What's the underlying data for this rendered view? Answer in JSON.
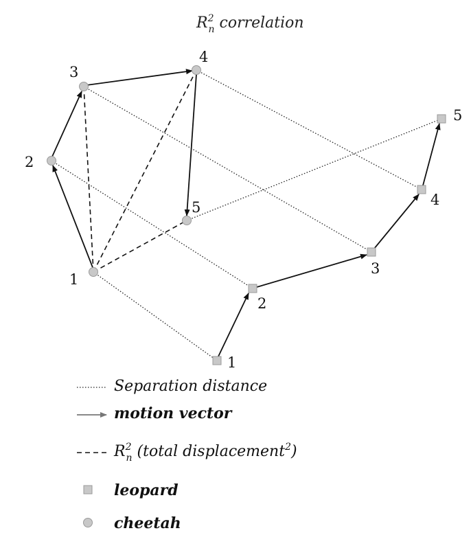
{
  "title": {
    "main": "R",
    "sup": "2",
    "sub": "n",
    "rest": " correlation"
  },
  "cheetah_points": [
    {
      "label": "1"
    },
    {
      "label": "2"
    },
    {
      "label": "3"
    },
    {
      "label": "4"
    },
    {
      "label": "5"
    }
  ],
  "leopard_points": [
    {
      "label": "1"
    },
    {
      "label": "2"
    },
    {
      "label": "3"
    },
    {
      "label": "4"
    },
    {
      "label": "5"
    }
  ],
  "legend": {
    "separation": "Separation distance",
    "motion": "motion vector",
    "rn_main": "R",
    "rn_sup": "2",
    "rn_sub": "n",
    "rn_text": " (total displacement",
    "rn_sup2": "2",
    "rn_close": ")",
    "leopard": "leopard",
    "cheetah": "cheetah"
  },
  "colors": {
    "marker_fill": "#c8c8c8",
    "marker_stroke": "#9a9a9a",
    "line": "#111111",
    "legend_arrow": "#777777"
  }
}
